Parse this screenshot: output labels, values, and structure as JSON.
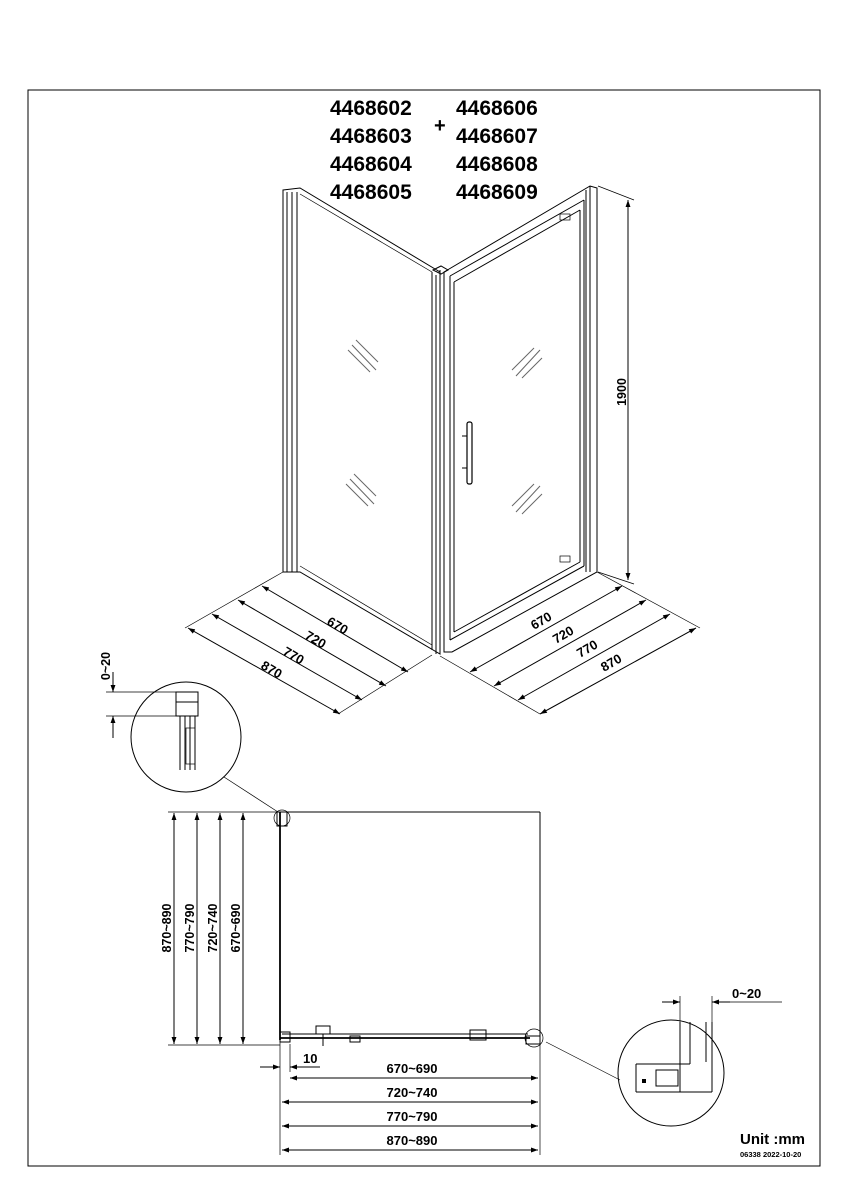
{
  "header": {
    "codes_left": [
      "4468602",
      "4468603",
      "4468604",
      "4468605"
    ],
    "plus": "+",
    "codes_right": [
      "4468606",
      "4468607",
      "4468608",
      "4468609"
    ]
  },
  "iso_view": {
    "height": "1900",
    "left_dims": [
      "670",
      "720",
      "770",
      "870"
    ],
    "right_dims": [
      "670",
      "720",
      "770",
      "870"
    ]
  },
  "plan_view": {
    "vertical_dims": [
      "870~890",
      "770~790",
      "720~740",
      "670~690"
    ],
    "offset": "10",
    "horizontal_dims": [
      "670~690",
      "720~740",
      "770~790",
      "870~890"
    ],
    "detail_top_gap": "0~20",
    "detail_right_gap": "0~20"
  },
  "footer": {
    "unit": "Unit :mm",
    "ref": "06338  2022-10-20"
  }
}
